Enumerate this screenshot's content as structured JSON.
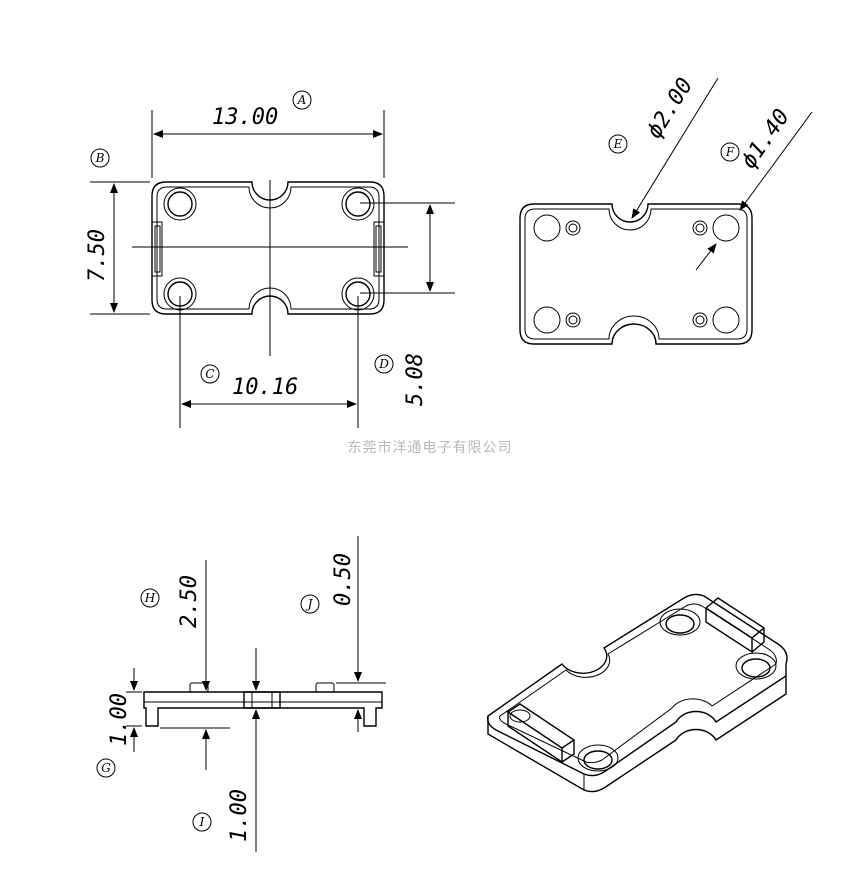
{
  "dimensions": {
    "width_A": "13.00",
    "height_B": "7.50",
    "pitch_C": "10.16",
    "pitch_D": "5.08",
    "dia_E": "ϕ2.00",
    "dia_F": "ϕ1.40",
    "height_H": "2.50",
    "thick_G": "1.00",
    "height_I": "1.00",
    "thick_J": "0.50"
  },
  "labels": {
    "A": "A",
    "B": "B",
    "C": "C",
    "D": "D",
    "E": "E",
    "F": "F",
    "G": "G",
    "H": "H",
    "I": "I",
    "J": "J"
  },
  "watermark": "东莞市洋通电子有限公司",
  "colors": {
    "line": "#000000",
    "watermark": "#b8b8b8",
    "background": "#ffffff"
  }
}
